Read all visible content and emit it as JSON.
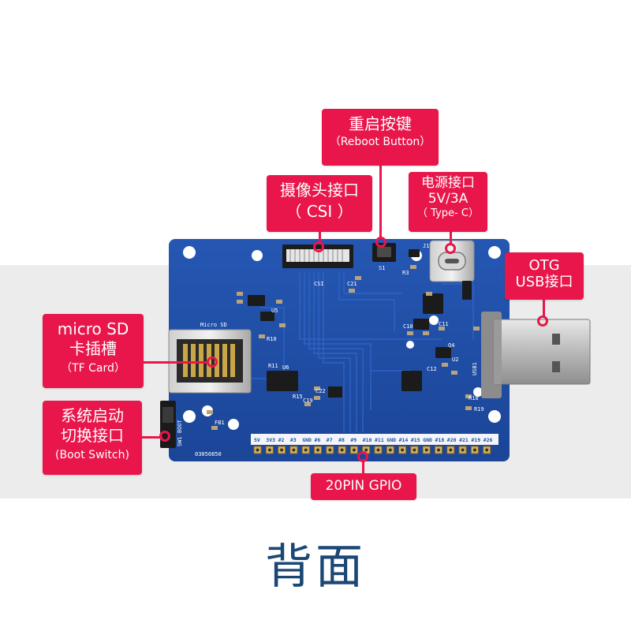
{
  "callouts": {
    "reboot": {
      "title": "重启按键",
      "subtitle": "（Reboot Button）"
    },
    "csi": {
      "title": "摄像头接口",
      "subtitle": "（ CSI ）"
    },
    "power": {
      "title": "电源接口",
      "spec": "5V/3A",
      "subtitle": "（ Type- C）"
    },
    "otg": {
      "title": "OTG",
      "title2": "USB接口"
    },
    "microsd": {
      "title": "micro SD",
      "title2": "卡插槽",
      "subtitle": "（TF Card）"
    },
    "boot": {
      "title": "系统启动",
      "title2": "切换接口",
      "subtitle": "(Boot Switch)"
    },
    "gpio": {
      "title": "20PIN GPIO"
    }
  },
  "board": {
    "silkscreen": {
      "csi": "CSI",
      "microsd": "Micro SD",
      "usb": "USB1",
      "serial": "03050850",
      "s1": "S1",
      "j1": "J1",
      "u5": "U5",
      "u6": "U6",
      "u2": "U2",
      "c21": "C21",
      "r3": "R3",
      "r10": "R10",
      "r11": "R11",
      "r15": "R15",
      "r18": "R18",
      "r19": "R19",
      "c10": "C10",
      "c11": "C11",
      "c12": "C12",
      "c22": "C22",
      "c19": "C19",
      "fb1": "FB1",
      "q4": "Q4",
      "boot": "SW1 BOOT"
    },
    "gpio_pins": [
      "5V",
      "3V3",
      "#2",
      "#3",
      "GND",
      "#6",
      "#7",
      "#8",
      "#9",
      "#10",
      "#11",
      "GND",
      "#14",
      "#15",
      "GND",
      "#18",
      "#20",
      "#21",
      "#19",
      "#26"
    ]
  },
  "colors": {
    "accent": "#e8164a",
    "pcb": "#1f4fa6",
    "pcb_dark": "#163c85",
    "title": "#1b4775"
  },
  "footer": {
    "title": "背面"
  }
}
